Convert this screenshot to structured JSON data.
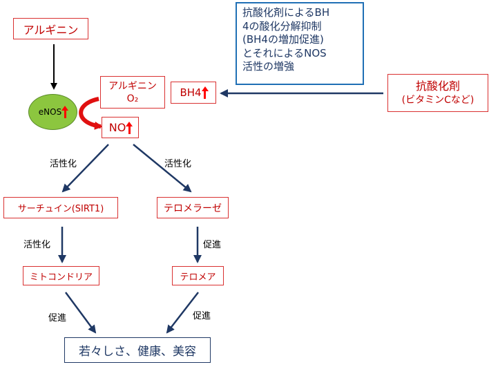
{
  "nodes": {
    "arginine_top": "アルギニン",
    "enos": "eNOS",
    "substrate_line1": "アルギニン",
    "substrate_line2": "O₂",
    "bh4": "BH4",
    "no": "NO",
    "sirt1": "サーチュイン(SIRT1)",
    "telomerase": "テロメラーゼ",
    "mitochondria": "ミトコンドリア",
    "telomere": "テロメア",
    "result": "若々しさ、健康、美容"
  },
  "antioxidant": {
    "title": "抗酸化剤",
    "subtitle": "(ビタミンCなど)"
  },
  "note": {
    "line1": "抗酸化剤によるBH",
    "line2": "4の酸化分解抑制",
    "line3": "(BH4の増加促進)",
    "line4": "とそれによるNOS",
    "line5": "活性の増強"
  },
  "edge_labels": {
    "activation_left": "活性化",
    "activation_right": "活性化",
    "activation_sirt": "活性化",
    "promote_telomerase": "促進",
    "promote_mito": "促進",
    "promote_telomere": "促進"
  },
  "colors": {
    "red": "#c00000",
    "navy": "#1f3864",
    "enos_fill": "#8cc63f",
    "arrow_red": "#ff0000"
  }
}
